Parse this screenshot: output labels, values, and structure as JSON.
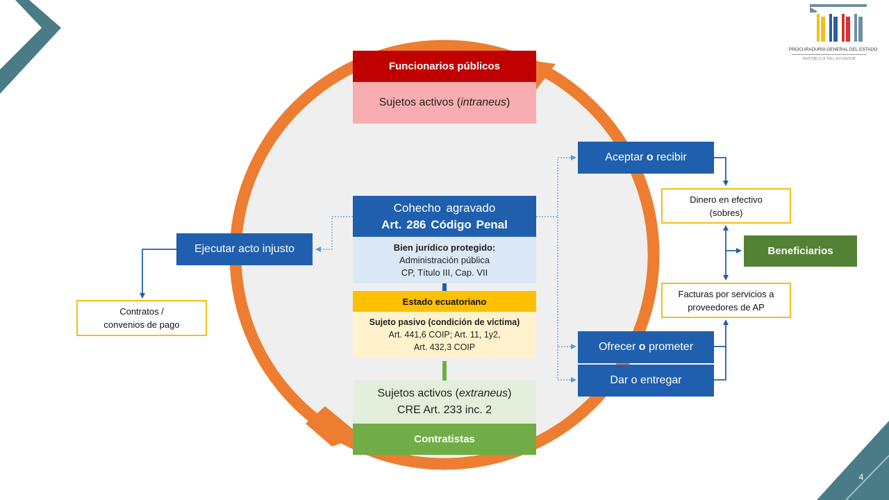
{
  "logo": {
    "name": "PROCURADURÍA GENERAL DEL ESTADO",
    "subtitle": "REPÚBLICA DEL ECUADOR"
  },
  "top": {
    "header": "Funcionarios públicos",
    "sub_prefix": "Sujetos activos (",
    "sub_italic": "intraneus",
    "sub_suffix": ")"
  },
  "center": {
    "title_line1": "Cohecho agravado",
    "title_line2": "Art. 286 Código Penal",
    "bien_title": "Bien jurídico protegido:",
    "bien_line1": "Administración pública",
    "bien_line2": "CP, Título III, Cap. VII"
  },
  "estado": {
    "header": "Estado ecuatoriano",
    "sub_title": "Sujeto pasivo (condición de víctima)",
    "line1": "Art. 441,6 COIP; Art. 11, 1y2,",
    "line2": "Art. 432,3 COIP"
  },
  "bottom": {
    "line1_prefix": "Sujetos activos (",
    "line1_italic": "extraneus",
    "line1_suffix": ")",
    "line2": "CRE Art. 233 inc. 2",
    "footer": "Contratistas"
  },
  "left": {
    "action": "Ejecutar acto injusto",
    "result_line1": "Contratos /",
    "result_line2": "convenios de pago"
  },
  "right": {
    "accept_a": "Aceptar ",
    "accept_b": "o",
    "accept_c": " recibir",
    "offer_a": "Ofrecer ",
    "offer_b": "o",
    "offer_c": " prometer",
    "give": "Dar o entregar",
    "cash_line1": "Dinero en efectivo",
    "cash_line2": "(sobres)",
    "invoice_line1": "Facturas por servicios a",
    "invoice_line2": "proveedores de AP",
    "beneficiaries": "Beneficiarios"
  },
  "page_number": "4",
  "colors": {
    "ring": "#ed7d31",
    "blue_box": "#1f5fad",
    "red_header": "#c00000",
    "pink": "#f8aeb0",
    "light_blue": "#dbe8f6",
    "gold": "#ffc000",
    "cream": "#fff2cc",
    "light_green": "#e2efda",
    "green": "#70ad47",
    "dark_green": "#548235",
    "corner_teal": "#4a7c87"
  }
}
